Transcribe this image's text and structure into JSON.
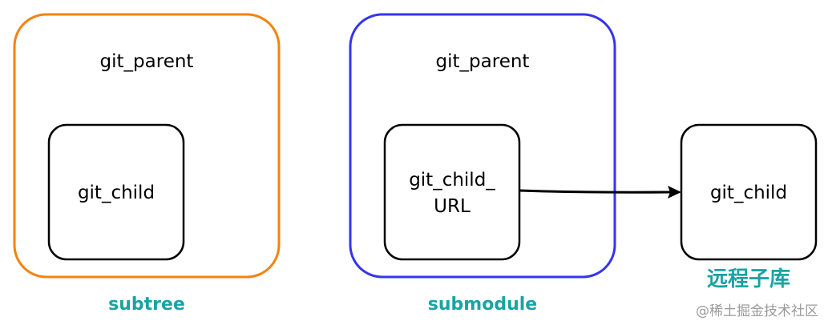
{
  "colors": {
    "subtree": "#f5820f",
    "submodule": "#3535ee",
    "caption": "#1aa3a3",
    "stroke": "#000000"
  },
  "subtree": {
    "parent_label": "git_parent",
    "child_label": "git_child",
    "caption": "subtree"
  },
  "submodule": {
    "parent_label": "git_parent",
    "child_label_line1": "git_child_",
    "child_label_line2": "URL",
    "caption": "submodule"
  },
  "remote": {
    "child_label": "git_child",
    "caption": "远程子库"
  },
  "watermark": "@稀土掘金技术社区"
}
